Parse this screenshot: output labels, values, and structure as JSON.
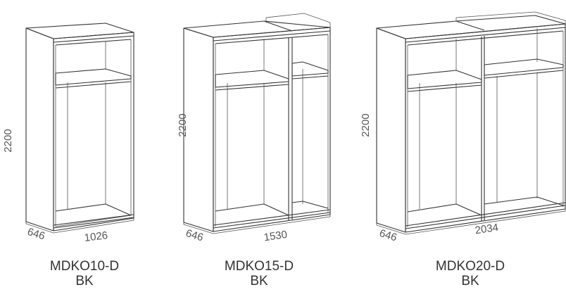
{
  "products": [
    {
      "model": "MDKO10-D",
      "finish": "BK",
      "dimensions": {
        "height": "2200",
        "depth": "646",
        "width": "1026"
      }
    },
    {
      "model": "MDKO15-D",
      "finish": "BK",
      "dimensions": {
        "height": "2200",
        "depth": "646",
        "width": "1530"
      }
    },
    {
      "model": "MDKO20-D",
      "finish": "BK",
      "dimensions": {
        "height": "2200",
        "depth": "646",
        "width": "2034"
      }
    }
  ]
}
